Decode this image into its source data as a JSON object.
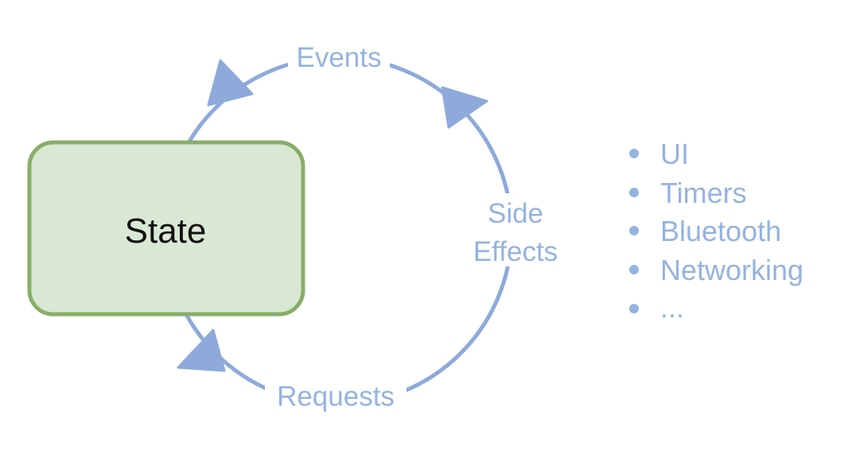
{
  "diagram": {
    "state_label": "State",
    "events_label": "Events",
    "side_effects_label_line1": "Side",
    "side_effects_label_line2": "Effects",
    "requests_label": "Requests",
    "side_effect_items": [
      "UI",
      "Timers",
      "Bluetooth",
      "Networking",
      "..."
    ]
  },
  "colors": {
    "cycle": "#8eaadb",
    "state_fill": "#d9e8d4",
    "state_border": "#88ae68",
    "state_text": "#111111",
    "label_text": "#95b3e0"
  }
}
